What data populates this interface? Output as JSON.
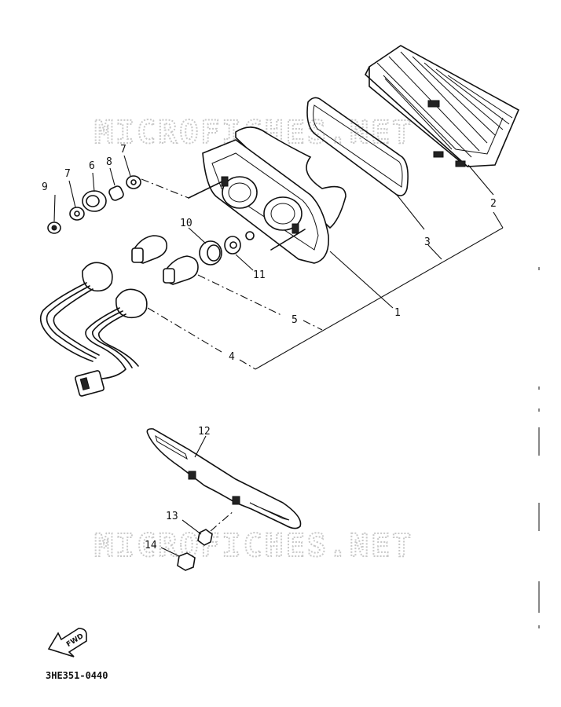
{
  "watermark": {
    "text": "MICROFICHES.NET"
  },
  "diagram_code": "3HE351-0440",
  "forward_arrow": {
    "label": "FWD",
    "icon": "forward-arrow-icon"
  },
  "callouts": {
    "c1": "1",
    "c2": "2",
    "c3": "3",
    "c4": "4",
    "c5": "5",
    "c6": "6",
    "c7a": "7",
    "c7b": "7",
    "c8": "8",
    "c9": "9",
    "c10": "10",
    "c11": "11",
    "c12": "12",
    "c13": "13",
    "c14": "14"
  }
}
